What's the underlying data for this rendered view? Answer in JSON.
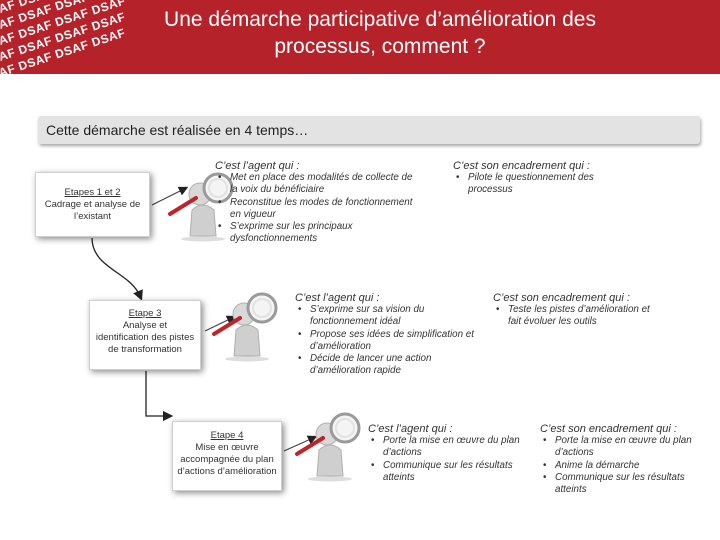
{
  "header": {
    "title_line1": "Une démarche participative d’amélioration des",
    "title_line2": "processus, comment ?",
    "watermark": "DSAF DSAF DSAF DSAF",
    "colors": {
      "banner": "#b5222a",
      "text": "#ffffff"
    }
  },
  "intro": "Cette démarche est réalisée en 4 temps…",
  "steps": [
    {
      "title": "Etapes 1 et 2",
      "lines": [
        "Cadrage et analyse de",
        "l’existant"
      ]
    },
    {
      "title": "Etape 3",
      "lines": [
        "Analyse et",
        "identification des pistes",
        "de transformation"
      ]
    },
    {
      "title": "Etape 4",
      "lines": [
        "Mise en œuvre",
        "accompagnée du plan",
        "d’actions d’amélioration"
      ]
    }
  ],
  "blocks": [
    {
      "agent": {
        "heading": "C’est l’agent qui :",
        "items": [
          "Met en place des modalités de collecte de la voix du bénéficiaire",
          "Reconstitue les modes de fonctionnement en vigueur",
          "S’exprime sur les principaux dysfonctionnements"
        ]
      },
      "encadrement": {
        "heading": "C’est son encadrement qui :",
        "items": [
          "Pilote le questionnement des processus"
        ]
      }
    },
    {
      "agent": {
        "heading": "C’est l’agent qui :",
        "items": [
          "S’exprime sur sa vision du fonctionnement idéal",
          "Propose ses idées de simplification et d’amélioration",
          "Décide de lancer une action d’amélioration rapide"
        ]
      },
      "encadrement": {
        "heading": "C’est son encadrement qui :",
        "items": [
          "Teste les pistes d’amélioration et fait évoluer les outils"
        ]
      }
    },
    {
      "agent": {
        "heading": "C’est l’agent qui :",
        "items": [
          "Porte la mise en œuvre du plan d’actions",
          "Communique sur les résultats atteints"
        ]
      },
      "encadrement": {
        "heading": "C’est son encadrement qui :",
        "items": [
          "Porte la mise en œuvre du plan d’actions",
          "Anime la démarche",
          "Communique sur les résultats atteints"
        ]
      }
    }
  ],
  "icons": {
    "figure": "person-with-magnifier-icon",
    "arrow": "down-arrow-icon"
  }
}
